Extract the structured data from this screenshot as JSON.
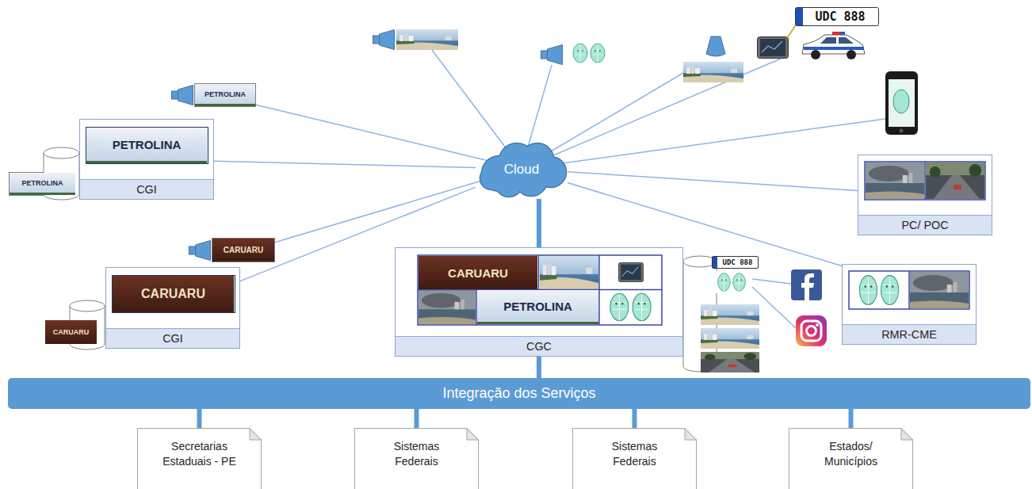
{
  "diagram": {
    "nodes": [
      {
        "text": [
          "Cloud"
        ]
      },
      {
        "text": [
          "CGI"
        ]
      },
      {
        "text": [
          "PC/ POC"
        ]
      },
      {
        "text": [
          "CGI"
        ]
      },
      {
        "text": [
          "CGC"
        ]
      },
      {
        "text": [
          "RMR-CME"
        ]
      },
      {
        "text": [
          "Integração dos Serviços"
        ]
      },
      {
        "text": [
          "Secretarias Estaduais - PE"
        ]
      },
      {
        "text": [
          "Sistemas Federais"
        ]
      },
      {
        "text": [
          "Sistemas Federais"
        ]
      },
      {
        "text": [
          "Estados/ Municípios"
        ]
      }
    ],
    "edges": [
      {
        "from": 0,
        "to": 1,
        "arrow": "none"
      },
      {
        "from": 0,
        "to": 2,
        "arrow": "none"
      },
      {
        "from": 0,
        "to": 3,
        "arrow": "none"
      },
      {
        "from": 0,
        "to": 4,
        "arrow": "none"
      },
      {
        "from": 0,
        "to": 5,
        "arrow": "none"
      },
      {
        "from": 4,
        "to": 6,
        "arrow": "none"
      },
      {
        "from": 6,
        "to": 7,
        "arrow": "none"
      },
      {
        "from": 6,
        "to": 8,
        "arrow": "none"
      },
      {
        "from": 6,
        "to": 9,
        "arrow": "none"
      },
      {
        "from": 6,
        "to": 10,
        "arrow": "none"
      }
    ],
    "labels": [
      "UDC 888",
      "PETROLINA",
      "PETROLINA",
      "PETROLINA",
      "CARUARU",
      "CARUARU",
      "UDC 888",
      "CARUARU",
      "PETROLINA",
      "CARUARU"
    ]
  }
}
